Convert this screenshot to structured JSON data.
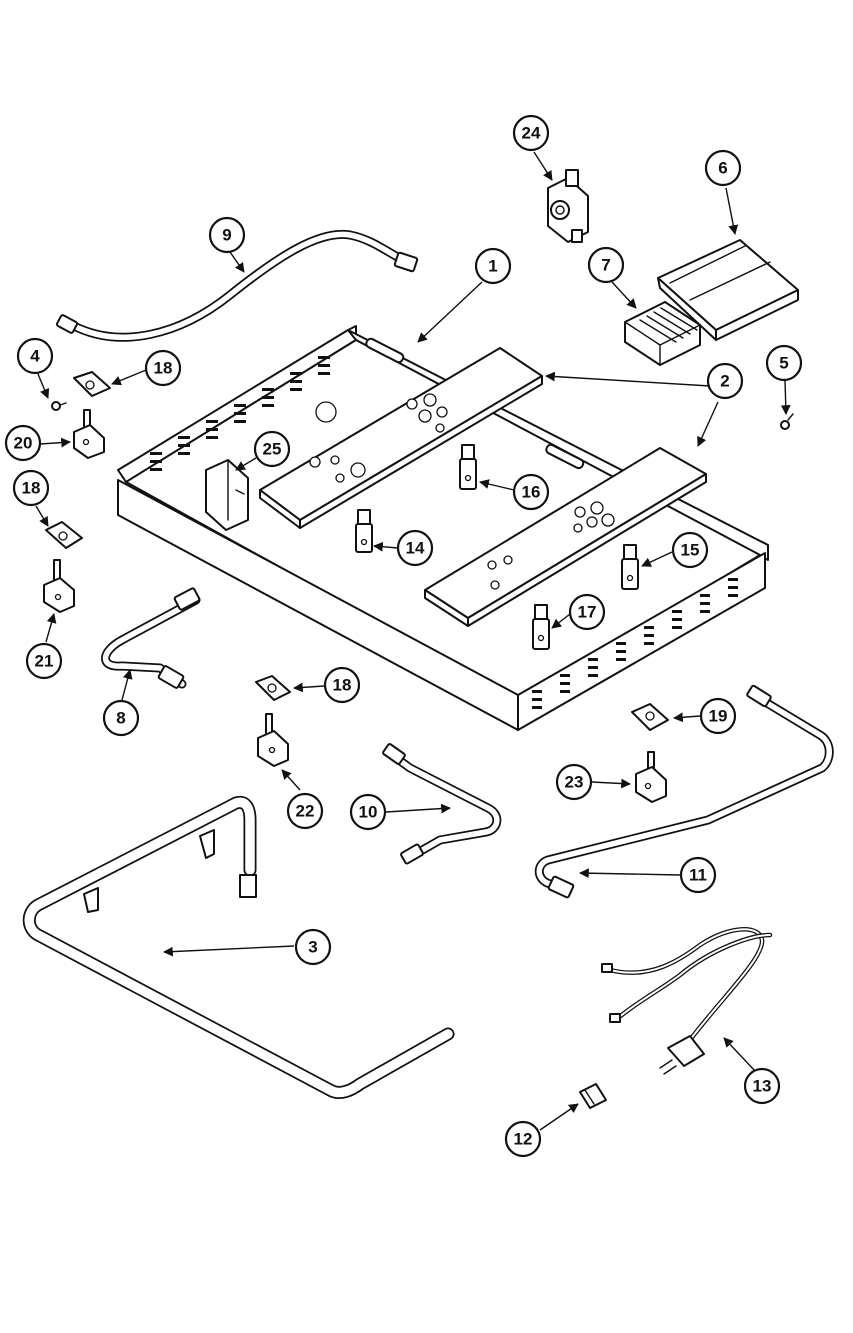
{
  "callouts": [
    {
      "id": "c1",
      "number": "1"
    },
    {
      "id": "c2",
      "number": "2"
    },
    {
      "id": "c3",
      "number": "3"
    },
    {
      "id": "c4",
      "number": "4"
    },
    {
      "id": "c5",
      "number": "5"
    },
    {
      "id": "c6",
      "number": "6"
    },
    {
      "id": "c7",
      "number": "7"
    },
    {
      "id": "c8",
      "number": "8"
    },
    {
      "id": "c9",
      "number": "9"
    },
    {
      "id": "c10",
      "number": "10"
    },
    {
      "id": "c11",
      "number": "11"
    },
    {
      "id": "c12",
      "number": "12"
    },
    {
      "id": "c13",
      "number": "13"
    },
    {
      "id": "c14",
      "number": "14"
    },
    {
      "id": "c15",
      "number": "15"
    },
    {
      "id": "c16",
      "number": "16"
    },
    {
      "id": "c17",
      "number": "17"
    },
    {
      "id": "c18a",
      "number": "18"
    },
    {
      "id": "c18b",
      "number": "18"
    },
    {
      "id": "c18c",
      "number": "18"
    },
    {
      "id": "c19",
      "number": "19"
    },
    {
      "id": "c20",
      "number": "20"
    },
    {
      "id": "c21",
      "number": "21"
    },
    {
      "id": "c22",
      "number": "22"
    },
    {
      "id": "c23",
      "number": "23"
    },
    {
      "id": "c24",
      "number": "24"
    },
    {
      "id": "c25",
      "number": "25"
    }
  ]
}
